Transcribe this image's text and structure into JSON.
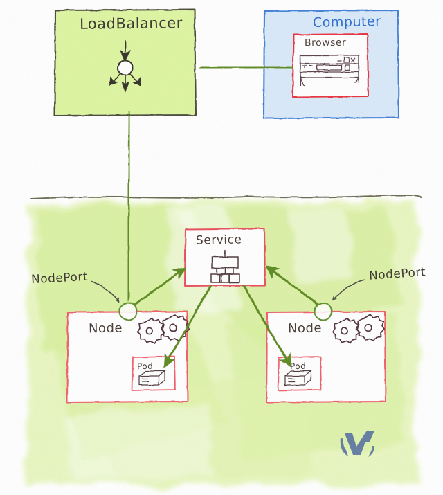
{
  "diagram": {
    "title": "Kubernetes NodePort / LoadBalancer traffic flow (hand-drawn)",
    "background_color": "#ffffff",
    "cluster_wash_color": "#d8f09c",
    "divider_color": "#6b6b52"
  },
  "nodes": {
    "loadbalancer": {
      "label": "LoadBalancer",
      "fill": "#ddf5a1",
      "stroke": "#4a4a3a",
      "icon": "load-balancer-fanout-icon"
    },
    "computer": {
      "label": "Computer",
      "fill": "#d9e9f9",
      "stroke": "#3f7fd6",
      "text_color": "#2f6fd0"
    },
    "browser": {
      "label": "Browser",
      "fill": "#ffffff",
      "stroke": "#e8303c",
      "icon": "browser-window-icon"
    },
    "service": {
      "label": "Service",
      "fill": "#ffffff",
      "stroke": "#e8505c",
      "icon": "service-tree-icon"
    },
    "node_left": {
      "label": "Node",
      "fill": "#ffffff",
      "stroke": "#ef5f6b",
      "icon": "gears-icon"
    },
    "node_right": {
      "label": "Node",
      "fill": "#ffffff",
      "stroke": "#ef5f6b",
      "icon": "gears-icon"
    },
    "pod_left": {
      "label": "Pod",
      "fill": "#ffffff",
      "stroke": "#ef5f6b",
      "icon": "pod-box-icon"
    },
    "pod_right": {
      "label": "Pod",
      "fill": "#ffffff",
      "stroke": "#ef5f6b",
      "icon": "pod-box-icon"
    }
  },
  "annotations": {
    "nodeport_left": {
      "label": "NodePort",
      "target": "node-left-port-circle"
    },
    "nodeport_right": {
      "label": "NodePort",
      "target": "node-right-port-circle"
    }
  },
  "ports": {
    "circle_stroke": "#5d8f2a",
    "circle_fill": "#ffffff"
  },
  "arrows": {
    "color": "#5d8a22",
    "thin_color": "#4a4a44",
    "list": [
      {
        "name": "browser-to-loadbalancer",
        "from": "browser",
        "to": "loadbalancer"
      },
      {
        "name": "loadbalancer-to-node-left-port",
        "from": "loadbalancer",
        "to": "node_left_port"
      },
      {
        "name": "node-left-port-to-service",
        "from": "node_left_port",
        "to": "service"
      },
      {
        "name": "node-right-port-to-service",
        "from": "node_right_port",
        "to": "service"
      },
      {
        "name": "service-to-pod-left",
        "from": "service",
        "to": "pod_left"
      },
      {
        "name": "service-to-pod-right",
        "from": "service",
        "to": "pod_right"
      },
      {
        "name": "nodeport-left-callout",
        "from": "nodeport_left_label",
        "to": "node_left_port"
      },
      {
        "name": "nodeport-right-callout",
        "from": "nodeport_right_label",
        "to": "node_right_port"
      }
    ]
  },
  "watermark": {
    "name": "brand-logo",
    "color": "#49639e"
  }
}
